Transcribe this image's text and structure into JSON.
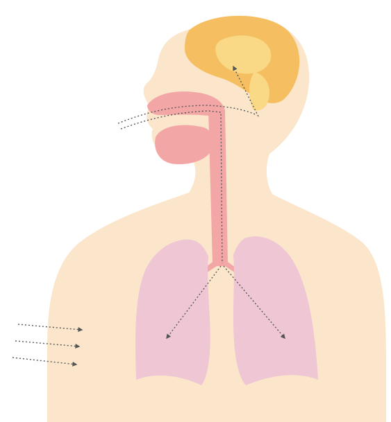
{
  "diagram": {
    "colors": {
      "background": "#ffffff",
      "skin": "#fbe6cc",
      "brain_outer": "#f5bf61",
      "brain_inner": "#f9d985",
      "airway": "#f2a7a6",
      "lungs": "#eec6d4",
      "arrow": "#555555"
    },
    "parts": [
      "body-silhouette",
      "brain",
      "nasal-cavity",
      "mouth",
      "trachea",
      "bronchi",
      "left-lung",
      "right-lung"
    ],
    "arrows": [
      {
        "name": "olfactory-arrow",
        "direction": "up-left",
        "target": "brain"
      },
      {
        "name": "bronchus-arrow-left",
        "direction": "down-left",
        "target": "left-lung"
      },
      {
        "name": "bronchus-arrow-right",
        "direction": "down-right",
        "target": "right-lung"
      },
      {
        "name": "skin-arrow-1",
        "direction": "right",
        "target": "arm"
      },
      {
        "name": "skin-arrow-2",
        "direction": "right",
        "target": "arm"
      },
      {
        "name": "skin-arrow-3",
        "direction": "right",
        "target": "arm"
      }
    ]
  }
}
